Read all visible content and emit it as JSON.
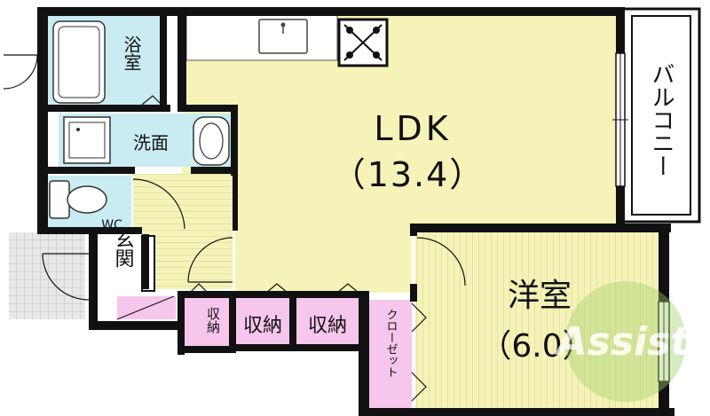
{
  "rooms": {
    "ldk": {
      "name": "LDK",
      "size": "（13.4）"
    },
    "western": {
      "name": "洋室",
      "size": "（6.0）"
    },
    "bath": {
      "name": "浴室"
    },
    "washroom": {
      "name": "洗面"
    },
    "wc": {
      "name": "WC"
    },
    "entrance": {
      "name": "玄関"
    },
    "balcony": {
      "name": "バルコニー"
    },
    "storage_small": {
      "name": "収納"
    },
    "storage_mid": {
      "name": "収納"
    },
    "storage_right": {
      "name": "収納"
    },
    "closet": {
      "name": "クローゼット"
    }
  },
  "watermark": {
    "text": "Assist"
  },
  "colors": {
    "ldk_floor": "#f5f3b8",
    "water_area": "#c9ecf2",
    "storage": "#f7c6ec",
    "wall": "#111111",
    "watermark": "#9fce6a"
  }
}
